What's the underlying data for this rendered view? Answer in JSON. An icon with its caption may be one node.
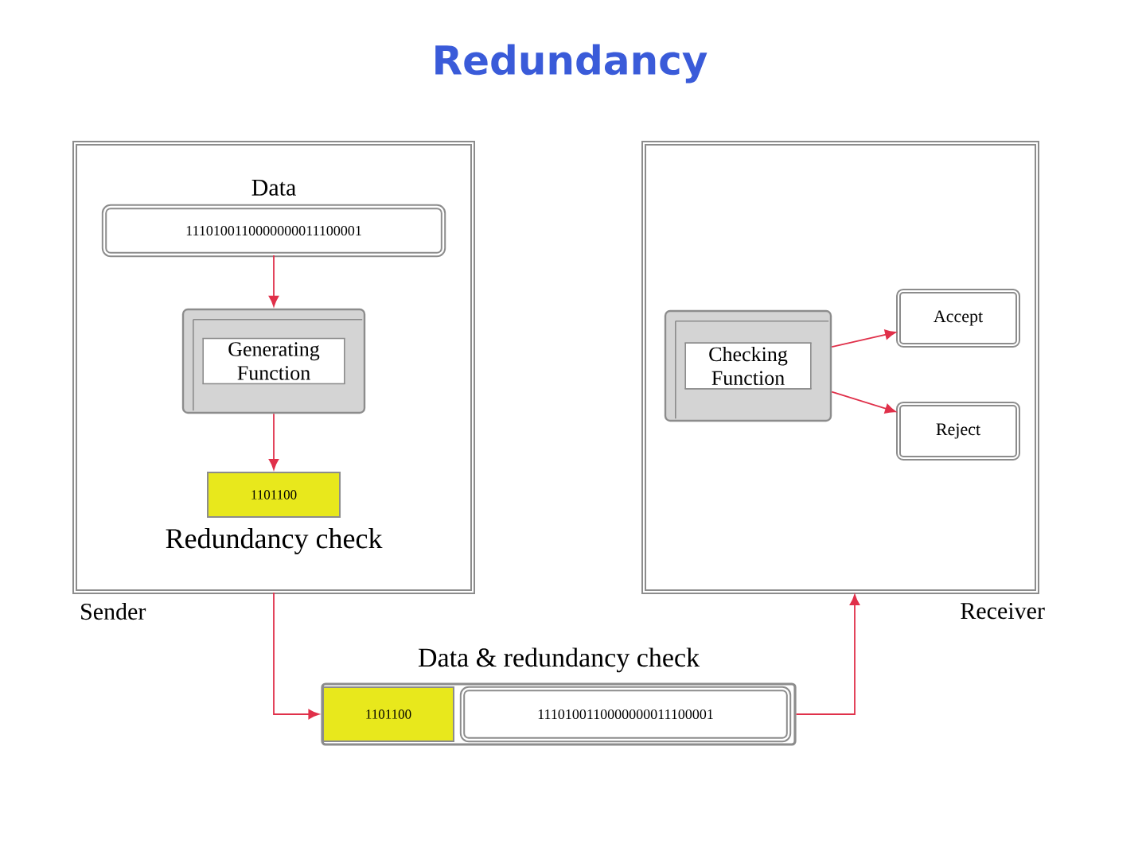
{
  "diagram": {
    "title": "Redundancy",
    "nodes": [
      {
        "text": [
          "Sender"
        ]
      },
      {
        "text": [
          "Data",
          "1110100110000000011100001"
        ],
        "in": 0
      },
      {
        "text": [
          "Generating Function"
        ],
        "in": 0
      },
      {
        "text": [
          "1101100",
          "Redundancy check"
        ],
        "in": 0
      },
      {
        "text": [
          "Receiver"
        ]
      },
      {
        "text": [
          "Checking Function"
        ],
        "in": 4
      },
      {
        "text": [
          "Accept"
        ],
        "in": 4
      },
      {
        "text": [
          "Reject"
        ],
        "in": 4
      },
      {
        "text": [
          "Data & redundancy check"
        ]
      },
      {
        "text": [
          "1101100"
        ],
        "in": 8
      },
      {
        "text": [
          "1110100110000000011100001"
        ],
        "in": 8
      }
    ],
    "edges": [
      {
        "from": 1,
        "to": 2,
        "arrow": "to"
      },
      {
        "from": 2,
        "to": 3,
        "arrow": "to"
      },
      {
        "from": 0,
        "to": 8,
        "arrow": "to"
      },
      {
        "from": 8,
        "to": 4,
        "arrow": "to"
      },
      {
        "from": 5,
        "to": 6,
        "arrow": "to"
      },
      {
        "from": 5,
        "to": 7,
        "arrow": "to"
      }
    ]
  }
}
